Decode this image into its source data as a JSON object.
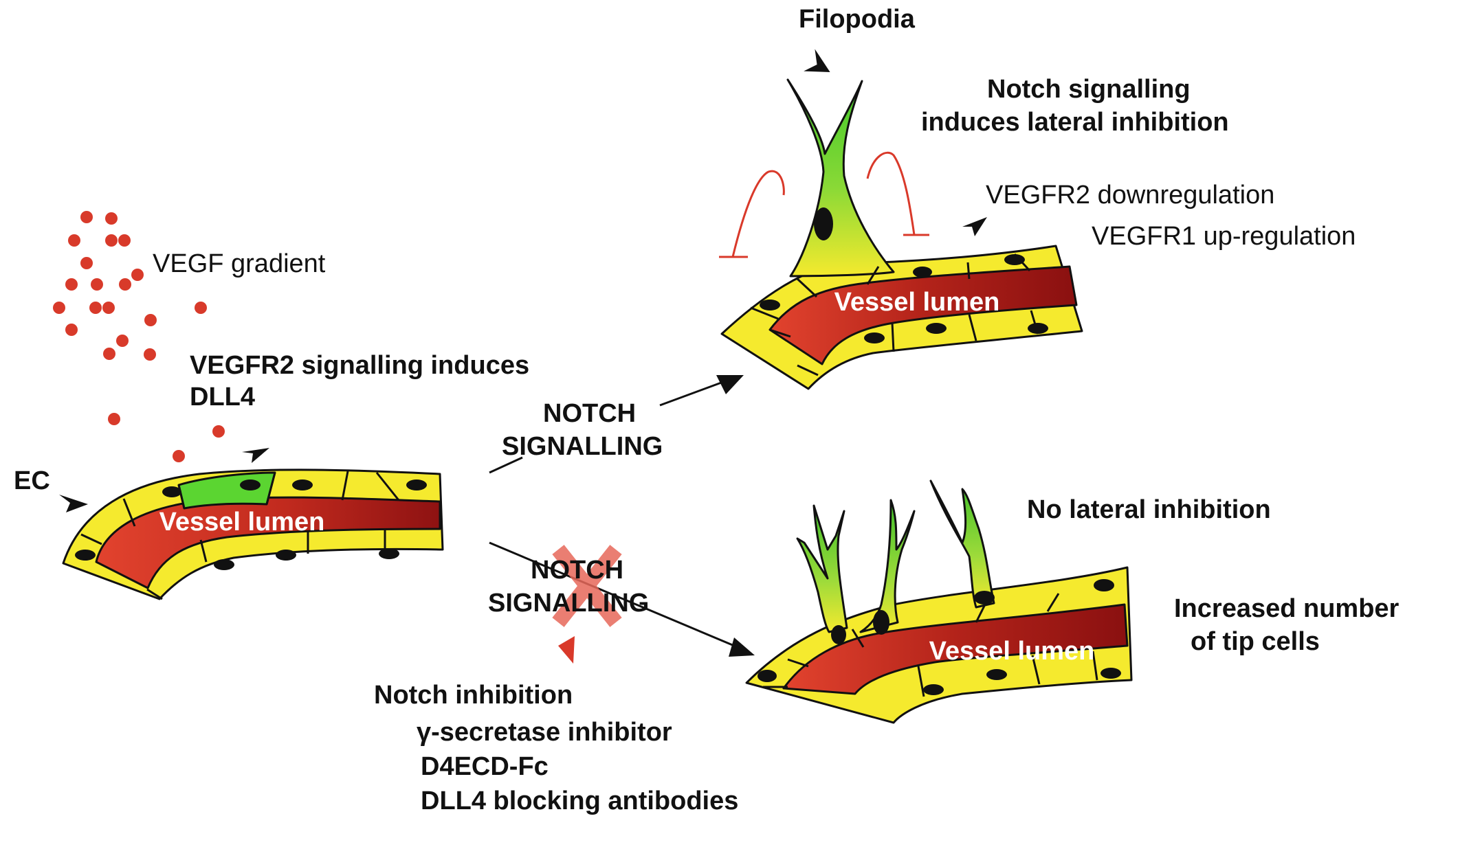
{
  "colors": {
    "endothelial_yellow": "#f5ea2e",
    "lumen_red": "#e2432e",
    "lumen_dark": "#8e1212",
    "tip_green": "#5bd531",
    "vegf_dot": "#d83a2a",
    "inhibition_red": "#d9392a",
    "nucleus": "#111111",
    "outline": "#111111"
  },
  "labels": {
    "vegf_gradient": "VEGF gradient",
    "vegfr2_line1": "VEGFR2 signalling induces",
    "vegfr2_line2": "DLL4",
    "ec": "EC",
    "vessel_lumen": "Vessel lumen",
    "notch": "NOTCH",
    "signalling": "SIGNALLING",
    "filopodia": "Filopodia",
    "lateral_line1": "Notch signalling",
    "lateral_line2": "induces lateral inhibition",
    "vegfr2_down": "VEGFR2 downregulation",
    "vegfr1_up": "VEGFR1 up-regulation",
    "no_lateral": "No lateral inhibition",
    "increased_line1": "Increased number",
    "increased_line2": "of tip cells",
    "notch_inhibition": "Notch inhibition",
    "inhibitors": [
      "γ-secretase inhibitor",
      "D4ECD-Fc",
      "DLL4 blocking antibodies"
    ]
  },
  "icons": [
    "arrowhead-icon",
    "inhibition-icon",
    "cross-icon",
    "nucleus-icon",
    "vegf-dot-icon"
  ]
}
